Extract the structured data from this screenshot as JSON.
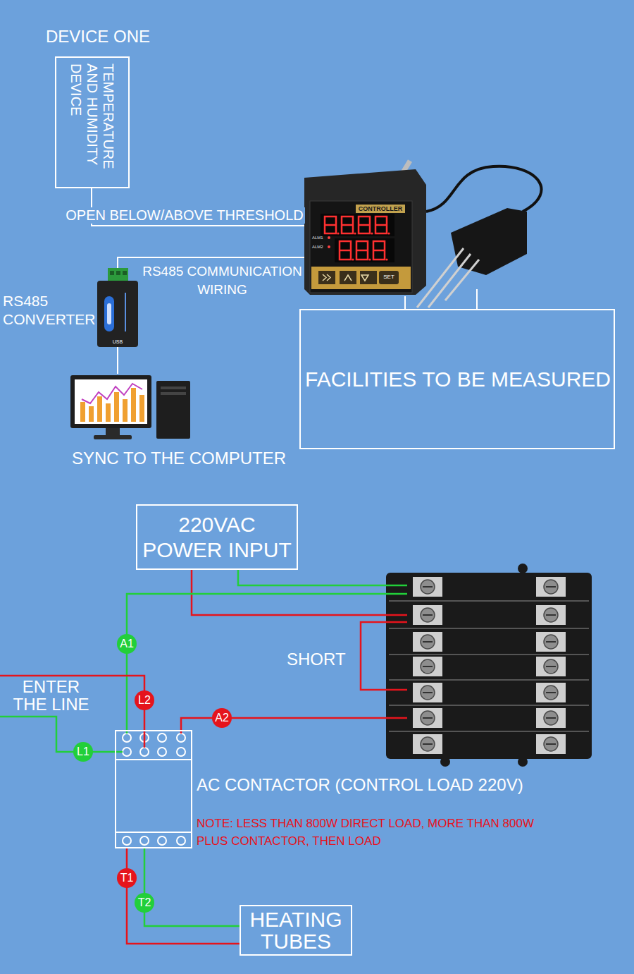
{
  "diagram": {
    "nodes": [
      {
        "text": [
          "DEVICE ONE",
          "TEMPERATURE AND HUMIDITY DEVICE"
        ]
      },
      {
        "text": [
          "CONTROLLER"
        ]
      },
      {
        "text": [
          "RS485 CONVERTER"
        ]
      },
      {
        "text": [
          "SYNC TO THE COMPUTER"
        ]
      },
      {
        "text": [
          "FACILITIES TO BE MEASURED"
        ]
      },
      {
        "text": [
          "220VAC POWER INPUT"
        ]
      },
      {
        "text": [
          "AC CONTACTOR (CONTROL LOAD 220V)"
        ]
      },
      {
        "text": [
          "HEATING TUBES"
        ]
      }
    ],
    "edges": [
      {
        "from": 0,
        "to": 1,
        "label": "OPEN BELOW/ABOVE THRESHOLD",
        "arrow": "none"
      },
      {
        "from": 2,
        "to": 1,
        "label": "RS485 COMMUNICATION WIRING",
        "arrow": "none"
      },
      {
        "from": 2,
        "to": 3,
        "arrow": "none"
      },
      {
        "from": 1,
        "to": 4,
        "arrow": "none"
      },
      {
        "from": 6,
        "to": 7,
        "label": "T1",
        "arrow": "none"
      },
      {
        "from": 6,
        "to": 7,
        "label": "T2",
        "arrow": "none"
      }
    ],
    "labels": [
      "ALM1",
      "ALM2",
      "SET",
      "USB",
      "ENTER THE LINE",
      "A1",
      "L2",
      "A2",
      "L1",
      "SHORT",
      "NOTE: LESS THAN 800W DIRECT LOAD, MORE THAN 800W PLUS CONTACTOR, THEN LOAD"
    ]
  }
}
